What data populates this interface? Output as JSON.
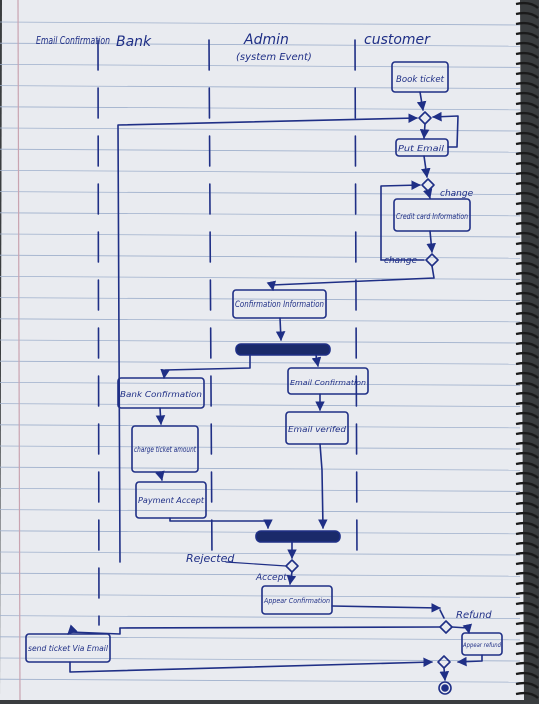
{
  "lanes": {
    "email": "Email Confirmation",
    "bank": "Bank",
    "admin": "Admin",
    "admin_sub": "(system Event)",
    "customer": "customer"
  },
  "nodes": {
    "book_ticket": "Book ticket",
    "put_email": "Put Email",
    "credit_card": "Credit card Information",
    "confirmation_info": "Confirmation Information",
    "bank_confirmation": "Bank Confirmation",
    "email_confirmation": "Email Confirmation",
    "charge_ticket": "charge ticket amount",
    "email_verified": "Email verifed",
    "payment_accept": "Payment Accept",
    "appear_confirmation": "Appear Confirmation",
    "appear_refund": "Appear refund",
    "send_ticket": "send ticket Via Email"
  },
  "labels": {
    "change1": "change",
    "change2": "change",
    "rejected": "Rejected",
    "accept": "Accept",
    "refund": "Refund"
  },
  "colors": {
    "paper": "#e9ebf0",
    "rule": "#9fb0cc",
    "margin": "#c9a3b0",
    "ink": "#1f2f86",
    "spiral": "#1a1a1a"
  }
}
